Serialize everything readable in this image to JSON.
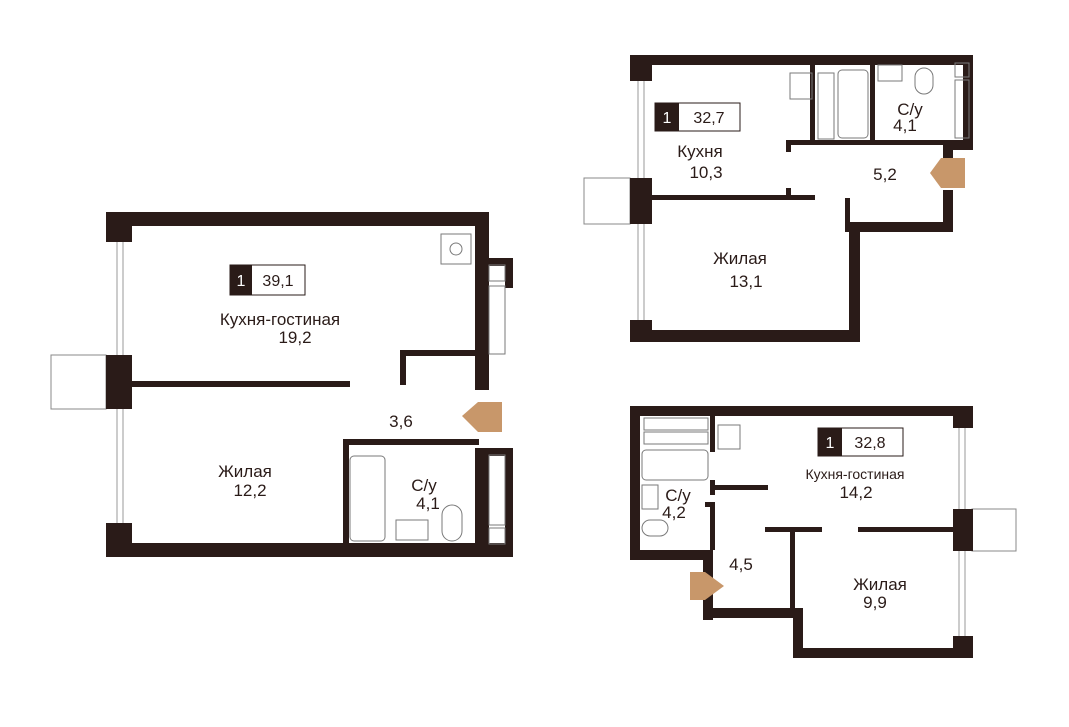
{
  "colors": {
    "wall": "#2a1b18",
    "entrance": "#c8976a",
    "fixture": "#7a7a7a",
    "window": "#9a9a9a"
  },
  "plans": [
    {
      "badge": {
        "rooms": "1",
        "area": "39,1"
      },
      "rooms": [
        {
          "name": "Кухня-гостиная",
          "area": "19,2"
        },
        {
          "name": "Жилая",
          "area": "12,2"
        },
        {
          "name": "",
          "area": "3,6"
        },
        {
          "name": "С/у",
          "area": "4,1"
        }
      ],
      "entrance_icon": "entrance-arrow-icon"
    },
    {
      "badge": {
        "rooms": "1",
        "area": "32,7"
      },
      "rooms": [
        {
          "name": "Кухня",
          "area": "10,3"
        },
        {
          "name": "Жилая",
          "area": "13,1"
        },
        {
          "name": "",
          "area": "5,2"
        },
        {
          "name": "С/у",
          "area": "4,1"
        }
      ],
      "entrance_icon": "entrance-arrow-icon"
    },
    {
      "badge": {
        "rooms": "1",
        "area": "32,8"
      },
      "rooms": [
        {
          "name": "Кухня-гостиная",
          "area": "14,2"
        },
        {
          "name": "Жилая",
          "area": "9,9"
        },
        {
          "name": "",
          "area": "4,5"
        },
        {
          "name": "С/у",
          "area": "4,2"
        }
      ],
      "entrance_icon": "entrance-arrow-icon"
    }
  ]
}
